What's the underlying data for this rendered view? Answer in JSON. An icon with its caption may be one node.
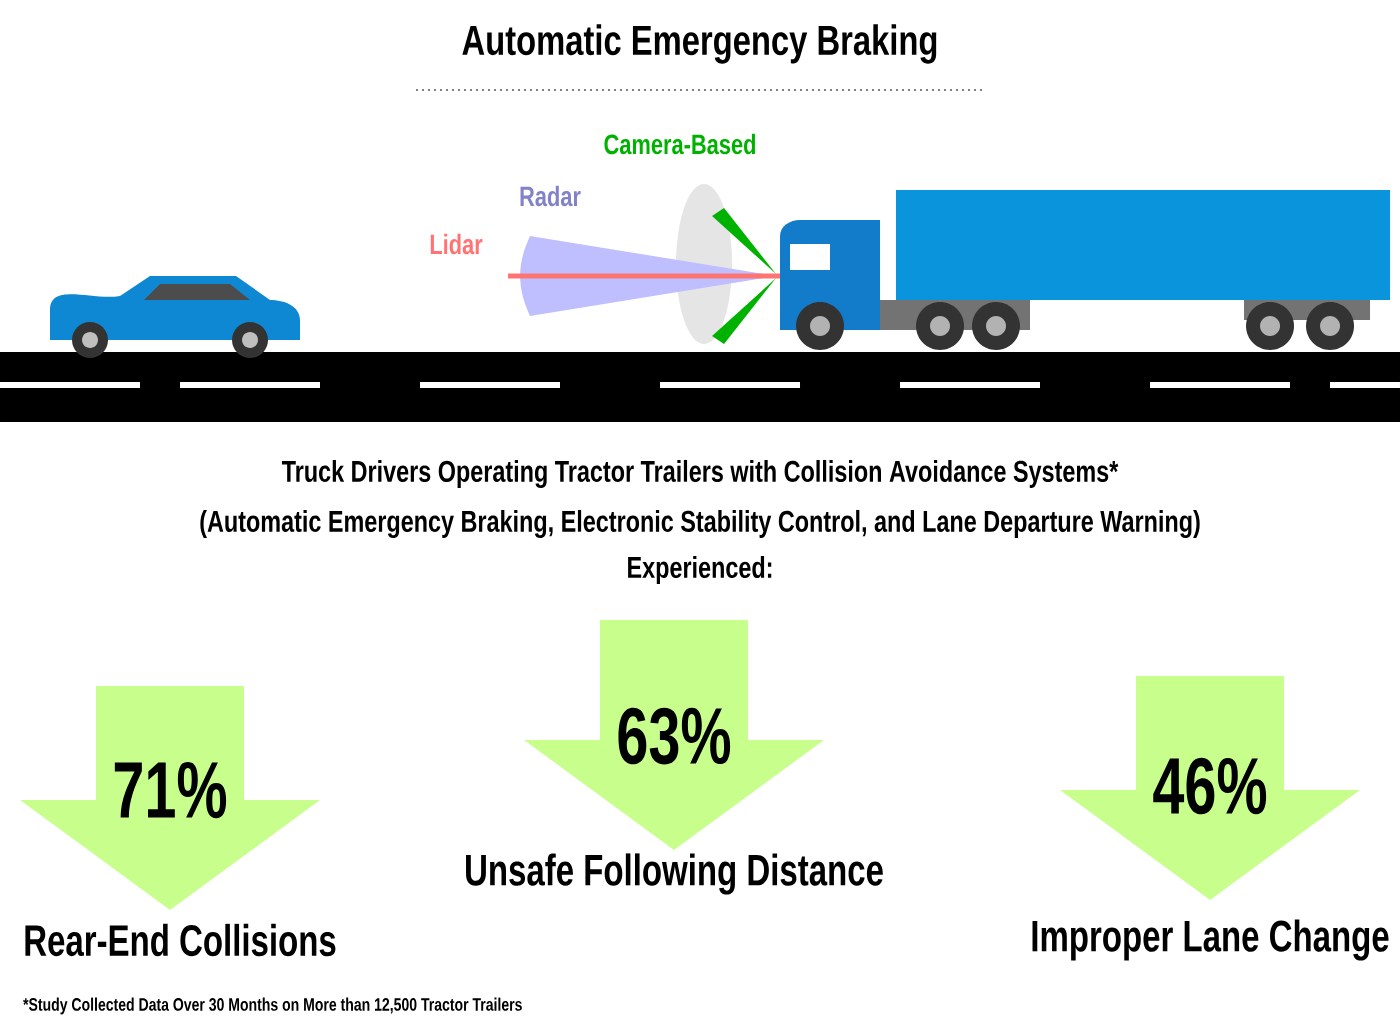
{
  "diagram": {
    "title": "Automatic Emergency Braking",
    "nodes": [
      {
        "text": [
          "71%"
        ],
        "beside": [
          "Rear-End Collisions"
        ]
      },
      {
        "text": [
          "63%"
        ],
        "beside": [
          "Unsafe Following Distance"
        ]
      },
      {
        "text": [
          "46%"
        ],
        "beside": [
          "Improper Lane Change"
        ]
      }
    ],
    "labels": [
      "Camera-Based",
      "Radar",
      "Lidar",
      "Truck Drivers Operating Tractor Trailers with Collision Avoidance Systems*",
      "(Automatic Emergency Braking, Electronic Stability Control, and Lane Departure Warning)",
      "Experienced:",
      "*Study Collected Data Over 30 Months on More than 12,500 Tractor Trailers"
    ]
  }
}
